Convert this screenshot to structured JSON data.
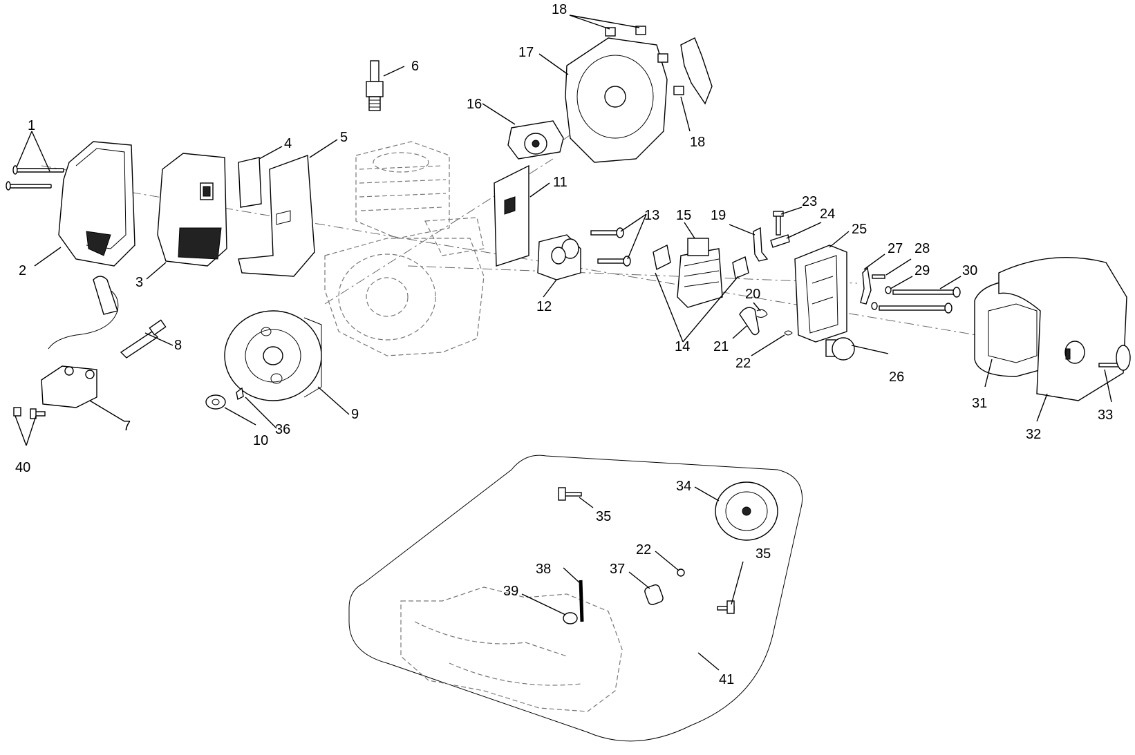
{
  "diagram": {
    "callouts": [
      "1",
      "2",
      "3",
      "4",
      "5",
      "6",
      "7",
      "8",
      "9",
      "10",
      "11",
      "12",
      "13",
      "14",
      "15",
      "16",
      "17",
      "18",
      "18",
      "19",
      "20",
      "21",
      "22",
      "22",
      "23",
      "24",
      "25",
      "26",
      "27",
      "28",
      "29",
      "30",
      "31",
      "32",
      "33",
      "34",
      "35",
      "35",
      "36",
      "37",
      "38",
      "39",
      "40",
      "41"
    ]
  }
}
